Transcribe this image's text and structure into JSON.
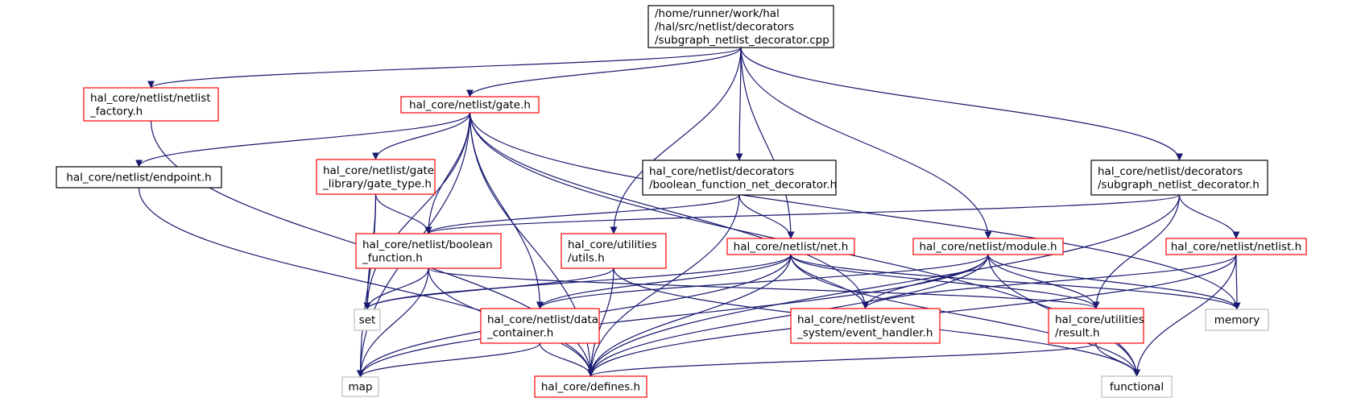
{
  "colors": {
    "edge": "#191970",
    "red_border": "#ff0000",
    "black_border": "#000000",
    "grey_border": "#bfbfbf",
    "root_fill": "#bfbfbf",
    "node_fill": "#ffffff"
  },
  "nodes": [
    {
      "id": "root",
      "style": "root",
      "lines": [
        "/home/runner/work/hal",
        "/hal/src/netlist/decorators",
        "/subgraph_netlist_decorator.cpp"
      ]
    },
    {
      "id": "netlist_factory",
      "style": "red",
      "lines": [
        "hal_core/netlist/netlist",
        "_factory.h"
      ]
    },
    {
      "id": "gate",
      "style": "red",
      "lines": [
        "hal_core/netlist/gate.h"
      ]
    },
    {
      "id": "endpoint",
      "style": "black",
      "lines": [
        "hal_core/netlist/endpoint.h"
      ]
    },
    {
      "id": "gate_type",
      "style": "red",
      "lines": [
        "hal_core/netlist/gate",
        "_library/gate_type.h"
      ]
    },
    {
      "id": "bfnd",
      "style": "black",
      "lines": [
        "hal_core/netlist/decorators",
        "/boolean_function_net_decorator.h"
      ]
    },
    {
      "id": "snd",
      "style": "black",
      "lines": [
        "hal_core/netlist/decorators",
        "/subgraph_netlist_decorator.h"
      ]
    },
    {
      "id": "boolean_function",
      "style": "red",
      "lines": [
        "hal_core/netlist/boolean",
        "_function.h"
      ]
    },
    {
      "id": "utils",
      "style": "red",
      "lines": [
        "hal_core/utilities",
        "/utils.h"
      ]
    },
    {
      "id": "net",
      "style": "red",
      "lines": [
        "hal_core/netlist/net.h"
      ]
    },
    {
      "id": "module",
      "style": "red",
      "lines": [
        "hal_core/netlist/module.h"
      ]
    },
    {
      "id": "netlist",
      "style": "red",
      "lines": [
        "hal_core/netlist/netlist.h"
      ]
    },
    {
      "id": "set",
      "style": "grey",
      "lines": [
        "set"
      ]
    },
    {
      "id": "data_container",
      "style": "red",
      "lines": [
        "hal_core/netlist/data",
        "_container.h"
      ]
    },
    {
      "id": "event_handler",
      "style": "red",
      "lines": [
        "hal_core/netlist/event",
        "_system/event_handler.h"
      ]
    },
    {
      "id": "result",
      "style": "red",
      "lines": [
        "hal_core/utilities",
        "/result.h"
      ]
    },
    {
      "id": "memory",
      "style": "grey",
      "lines": [
        "memory"
      ]
    },
    {
      "id": "map",
      "style": "grey",
      "lines": [
        "map"
      ]
    },
    {
      "id": "defines",
      "style": "red",
      "lines": [
        "hal_core/defines.h"
      ]
    },
    {
      "id": "functional",
      "style": "grey",
      "lines": [
        "functional"
      ]
    }
  ],
  "edges": [
    [
      "root",
      "netlist_factory"
    ],
    [
      "root",
      "gate"
    ],
    [
      "root",
      "utils"
    ],
    [
      "root",
      "bfnd"
    ],
    [
      "root",
      "net"
    ],
    [
      "root",
      "module"
    ],
    [
      "root",
      "snd"
    ],
    [
      "netlist_factory",
      "defines"
    ],
    [
      "gate",
      "endpoint"
    ],
    [
      "gate",
      "gate_type"
    ],
    [
      "gate",
      "boolean_function"
    ],
    [
      "gate",
      "set"
    ],
    [
      "gate",
      "data_container"
    ],
    [
      "gate",
      "event_handler"
    ],
    [
      "gate",
      "memory"
    ],
    [
      "gate",
      "functional"
    ],
    [
      "gate",
      "map"
    ],
    [
      "gate",
      "defines"
    ],
    [
      "endpoint",
      "defines"
    ],
    [
      "gate_type",
      "boolean_function"
    ],
    [
      "gate_type",
      "set"
    ],
    [
      "gate_type",
      "map"
    ],
    [
      "bfnd",
      "boolean_function"
    ],
    [
      "bfnd",
      "net"
    ],
    [
      "bfnd",
      "defines"
    ],
    [
      "snd",
      "boolean_function"
    ],
    [
      "snd",
      "netlist"
    ],
    [
      "snd",
      "result"
    ],
    [
      "snd",
      "defines"
    ],
    [
      "boolean_function",
      "set"
    ],
    [
      "boolean_function",
      "map"
    ],
    [
      "boolean_function",
      "defines"
    ],
    [
      "boolean_function",
      "result"
    ],
    [
      "utils",
      "set"
    ],
    [
      "utils",
      "defines"
    ],
    [
      "utils",
      "functional"
    ],
    [
      "net",
      "set"
    ],
    [
      "net",
      "data_container"
    ],
    [
      "net",
      "event_handler"
    ],
    [
      "net",
      "result"
    ],
    [
      "net",
      "memory"
    ],
    [
      "net",
      "map"
    ],
    [
      "net",
      "defines"
    ],
    [
      "net",
      "functional"
    ],
    [
      "module",
      "data_container"
    ],
    [
      "module",
      "event_handler"
    ],
    [
      "module",
      "result"
    ],
    [
      "module",
      "memory"
    ],
    [
      "module",
      "map"
    ],
    [
      "module",
      "defines"
    ],
    [
      "module",
      "functional"
    ],
    [
      "netlist",
      "event_handler"
    ],
    [
      "netlist",
      "memory"
    ],
    [
      "netlist",
      "defines"
    ],
    [
      "netlist",
      "functional"
    ],
    [
      "data_container",
      "map"
    ],
    [
      "data_container",
      "defines"
    ],
    [
      "result",
      "defines"
    ],
    [
      "result",
      "functional"
    ]
  ]
}
